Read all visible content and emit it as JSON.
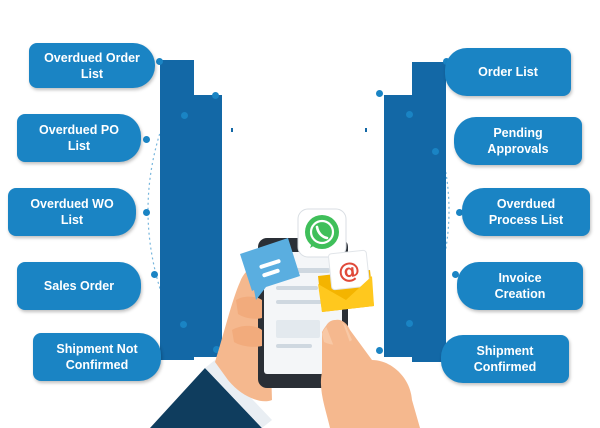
{
  "left_items": [
    {
      "label": "Overdued Order\nList"
    },
    {
      "label": "Overdued PO\nList"
    },
    {
      "label": "Overdued WO\nList"
    },
    {
      "label": "Sales Order"
    },
    {
      "label": "Shipment Not\nConfirmed"
    }
  ],
  "right_items": [
    {
      "label": "Order List"
    },
    {
      "label": "Pending\nApprovals"
    },
    {
      "label": "Overdued\nProcess List"
    },
    {
      "label": "Invoice\nCreation"
    },
    {
      "label": "Shipment\nConfirmed"
    }
  ],
  "icons": [
    "whatsapp-icon",
    "chat-bubble-icon",
    "email-at-icon",
    "smartphone-icon"
  ],
  "colors": {
    "pill": "#1a84c4",
    "bar": "#1368a6",
    "whatsapp": "#3fbf5a",
    "chat": "#5aaee0",
    "envelope": "#f4b400",
    "at_sign": "#e04a3a",
    "hand": "#f5b88e",
    "sleeve": "#0f3d5e"
  }
}
